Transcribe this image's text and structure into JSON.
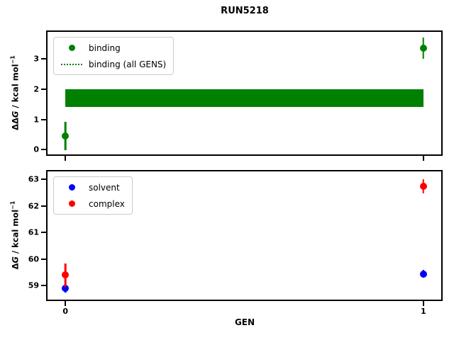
{
  "chart_data": [
    {
      "type": "scatter",
      "title": "RUN5218",
      "ylabel": "ΔΔG / kcal mol⁻¹",
      "ylabel_parts": {
        "prefix": "ΔΔ",
        "symbol": "G",
        "units": " / kcal mol",
        "sup": "−1"
      },
      "xlim": [
        -0.05,
        1.05
      ],
      "ylim": [
        -0.16,
        3.9
      ],
      "yticks": [
        0,
        1,
        2,
        3
      ],
      "xticks": [
        0,
        1
      ],
      "show_xticklabels": false,
      "grid": false,
      "legend_position": "upper left",
      "series": [
        {
          "name": "binding",
          "type": "scatter",
          "marker": "o",
          "color": "#008000",
          "x": [
            0,
            1
          ],
          "y": [
            0.45,
            3.36
          ],
          "yerr": [
            0.47,
            0.35
          ]
        },
        {
          "name": "binding (all GENS)",
          "type": "band",
          "style": "band",
          "color": "#008000",
          "x": [
            0,
            1
          ],
          "lo": 1.41,
          "hi": 2.01
        }
      ]
    },
    {
      "type": "scatter",
      "xlabel": "GEN",
      "ylabel": "ΔG / kcal mol⁻¹",
      "ylabel_parts": {
        "prefix": "Δ",
        "symbol": "G",
        "units": " / kcal mol",
        "sup": "−1"
      },
      "xlim": [
        -0.05,
        1.05
      ],
      "ylim": [
        58.48,
        63.3
      ],
      "yticks": [
        59,
        60,
        61,
        62,
        63
      ],
      "xticks": [
        0,
        1
      ],
      "show_xticklabels": true,
      "grid": false,
      "legend_position": "upper left",
      "series": [
        {
          "name": "solvent",
          "type": "scatter",
          "marker": "o",
          "color": "#0000ff",
          "x": [
            0,
            1
          ],
          "y": [
            58.9,
            59.45
          ],
          "yerr": [
            0.15,
            0.15
          ]
        },
        {
          "name": "complex",
          "type": "scatter",
          "marker": "o",
          "color": "#ff0000",
          "x": [
            0,
            1
          ],
          "y": [
            59.4,
            62.75
          ],
          "yerr": [
            0.45,
            0.27
          ]
        }
      ]
    }
  ]
}
